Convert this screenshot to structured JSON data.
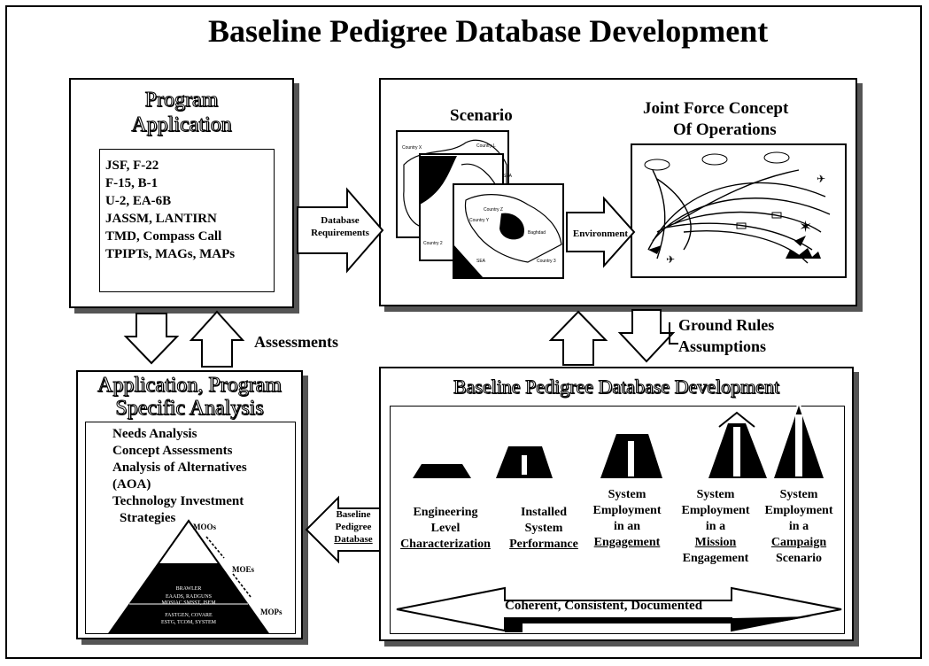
{
  "title": "Baseline Pedigree Database Development",
  "program_panel": {
    "title_line1": "Program",
    "title_line2": "Application",
    "items": [
      "JSF, F-22",
      "F-15, B-1",
      "U-2, EA-6B",
      "JASSM, LANTIRN",
      "TMD, Compass Call",
      "TPIPTs, MAGs, MAPs"
    ]
  },
  "arrows": {
    "database_requirements_1": "Database",
    "database_requirements_2": "Requirements",
    "environment": "Environment",
    "assessments": "Assessments",
    "ground_rules_1": "Ground Rules",
    "ground_rules_2": "Assumptions",
    "baseline_db_1": "Baseline",
    "baseline_db_2": "Pedigree",
    "baseline_db_3": "Database"
  },
  "scenario_panel": {
    "scenario_label": "Scenario",
    "concept_line1": "Joint Force Concept",
    "concept_line2": "Of Operations",
    "map_labels": [
      "Country X",
      "Country L",
      "Country Y",
      "Country Z",
      "Baghdad",
      "SEA",
      "Country 2",
      "Country 3",
      "SEA"
    ]
  },
  "analysis_panel": {
    "title_line1": "Application, Program",
    "title_line2": "Specific Analysis",
    "items": [
      "Needs Analysis",
      "Concept Assessments",
      "Analysis of Alternatives",
      "(AOA)",
      "Technology Investment",
      "Strategies"
    ],
    "pyramid_labels": {
      "moos": "MOOs",
      "moes": "MOEs",
      "mops": "MOPs",
      "tier1": "BRAWLER",
      "tier2a": "EAADS, RADGUNS",
      "tier2b": "MOSIAC SMSST, JSEM",
      "tier3a": "FASTGEN, COVARE",
      "tier3b": "ESTG, TCOM, SYSTEM"
    }
  },
  "development_panel": {
    "title": "Baseline Pedigree Database Development",
    "levels": [
      {
        "lines": [
          "Engineering",
          "Level"
        ],
        "underlined": "Characterization"
      },
      {
        "lines": [
          "Installed",
          "System"
        ],
        "underlined": "Performance"
      },
      {
        "lines": [
          "System",
          "Employment",
          "in an"
        ],
        "underlined": "Engagement"
      },
      {
        "lines": [
          "System",
          "Employment",
          "in a"
        ],
        "underlined": "Mission",
        "after": "Engagement"
      },
      {
        "lines": [
          "System",
          "Employment",
          "in a"
        ],
        "underlined": "Campaign",
        "after": "Scenario"
      }
    ],
    "banner": "Coherent, Consistent, Documented"
  }
}
